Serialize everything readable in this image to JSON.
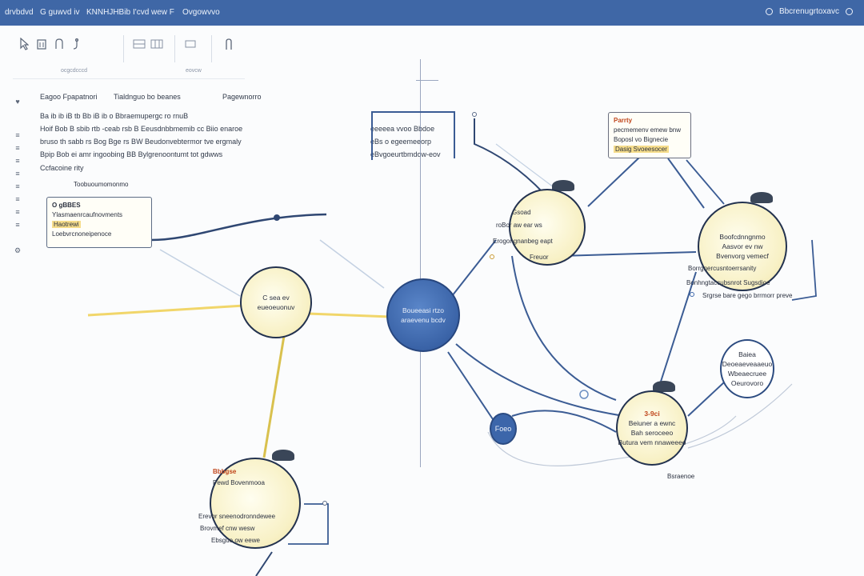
{
  "titlebar": {
    "left_items": [
      "drvbdvd",
      "G  guwvd  iv",
      "KNNHJHBib",
      "I'cvd  wew  F",
      "Ovgowvvo"
    ],
    "right_label": "Bbcrenugrtoxavc"
  },
  "toolbar": {
    "caption_1": "ocgcdcccd",
    "caption_2": "eovcw"
  },
  "header_labels": {
    "col_1": "Eagoo  Fpapatnori",
    "col_2": "Tialdnguo  bo  beanes",
    "col_3": "Pagewnorro"
  },
  "text_block": {
    "lines": [
      "Ba  ib  ib  iB  tb  Bb  iB  ib  o  Bbraemupergc  ro  rnuB",
      "Hoif  Bob  B  sbib  rtb  -ceab  rsb  B  Eeusdnbbmemib  cc  Biio  enaroe",
      "bruso  th  sabb  rs  Bog  Bge  rs  BW  Beudonvebtermor  tve  ergmaly",
      "Bpip  Bob  ei  amr  ingoobing  BB  Bylgrenoontumt  tot  gdwws",
      "Ccfacoine  rity"
    ],
    "mid_lines": [
      "eeeeea  vvoo  Bbdoe",
      "eBs  o  egeemeeorp",
      "eBvgoeurtbmdow-eov"
    ]
  },
  "free_label": "Toobuoumomonmo",
  "cards": {
    "left": {
      "title": "O  gBBES",
      "line_1": "Ylasmaenrcaufnovments",
      "line_2": "Haotrewi",
      "line_3": "Loebvrcnoneipenoce"
    },
    "top_right": {
      "title": "Parrty",
      "line_1": "pecmemenv  emew  bnw",
      "line_2": "Boposl  vo  Bignecie",
      "line_3": "Dasig  Svoeesocer"
    }
  },
  "nodes": {
    "center": {
      "line_1": "Boueeasi  rtzo",
      "line_2": "araevenu  bcdv"
    },
    "left": {
      "line_1": "C  sea  ev",
      "line_2": "eueoeuonuv"
    },
    "upper_mid": {
      "line_1": "Gsoad",
      "line_2": "roBor  aw  ear  ws",
      "line_3": "Erogongnanbeg  eapt",
      "line_4": "Freuor"
    },
    "right": {
      "line_1": "Boofcdnngnmo",
      "line_2": "Aasvor  ev  nw",
      "line_3": "Bvenvorg  vemecf"
    },
    "bottom_left": {
      "line_1": "Bbbgse",
      "line_2": "Pewd  Bovenmooa",
      "line_3": "Erevbr  sneenodronndewee",
      "line_4": "Brovmef  cnw  wesw",
      "line_5": "Ebsgue  ow  eewe"
    },
    "bottom_right": {
      "line_1": "3-9ci",
      "line_2": "Beiuner  a  ewnc",
      "line_3": "Bah  seroceeo",
      "line_4": "Butura  vem  nnaweeeo",
      "line_5": "Bsraenoe"
    },
    "small_right": {
      "line_1": "Baiea",
      "line_2": "Deoeaeveaaeuo",
      "line_3": "Wbeaecruee",
      "line_4": "Oeurovoro"
    }
  },
  "right_labels": {
    "line_1": "Borrgnercusntoerrsanity",
    "line_2": "Bonhngtaccubsnrot  Sugsdioe",
    "line_3": "Srgrse  bare  gego  brrmorr  preve"
  },
  "chip": {
    "label": "Foeo"
  },
  "colors": {
    "titlebar": "#3f67a6",
    "node_fill": "#f8f1c6",
    "node_border": "#23324f",
    "blue_node": "#3a63a7",
    "accent": "#c0461c",
    "highlight": "#f6dd8b"
  }
}
